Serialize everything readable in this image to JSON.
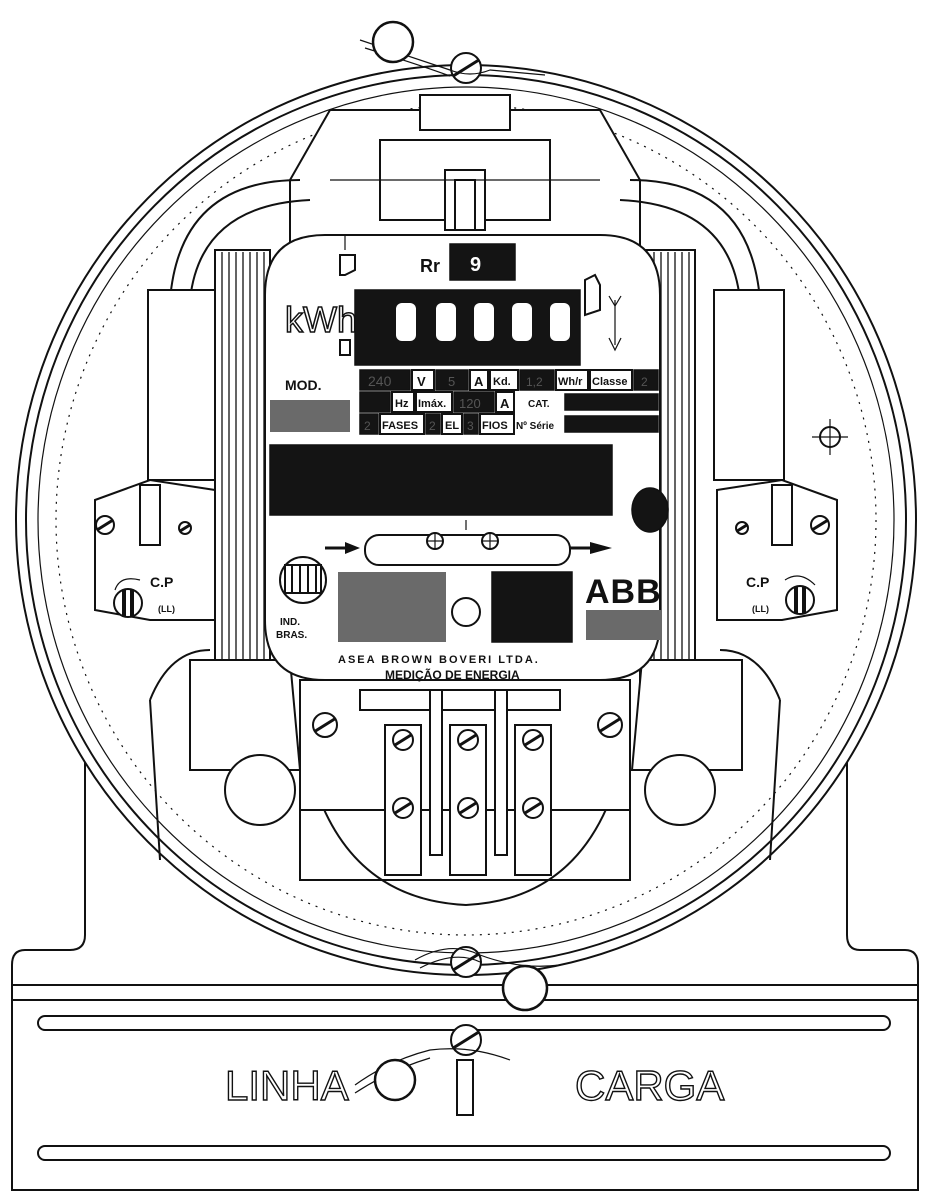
{
  "diagram": {
    "register": {
      "rr_label": "Rr",
      "rr_value": "9",
      "unit": "kWh"
    },
    "nameplate": {
      "mod_label": "MOD.",
      "voltage_value": "240",
      "voltage_unit": "V",
      "current_value": "5",
      "current_unit": "A",
      "kd_label": "Kd.",
      "kd_value": "1,2",
      "whr_label": "Wh/r",
      "classe_label": "Classe",
      "classe_value": "2",
      "hz_label": "Hz",
      "imax_label": "Imáx.",
      "imax_value": "120",
      "imax_unit": "A",
      "cat_label": "CAT.",
      "fases_value": "2",
      "fases_label": "FASES",
      "el_value": "2",
      "el_label": "EL",
      "fios_value": "3",
      "fios_label": "FIOS",
      "serie_label": "Nº Série"
    },
    "calibration_left": {
      "label": "C.P",
      "sub": "(LL)"
    },
    "calibration_right": {
      "label": "C.P",
      "sub": "(LL)"
    },
    "ind_label_1": "IND.",
    "ind_label_2": "BRAS.",
    "manufacturer": "ASEA BROWN BOVERI LTDA.",
    "division": "MEDIÇÃO DE ENERGIA",
    "logo": "ABB",
    "terminal_left": "LINHA",
    "terminal_right": "CARGA"
  }
}
